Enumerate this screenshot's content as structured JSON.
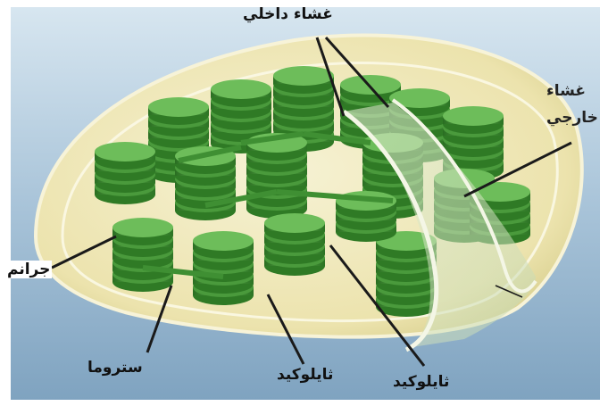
{
  "labels": {
    "inner_membrane": "غشاء داخلي",
    "outer_membrane_line1": "غشاء",
    "outer_membrane_line2": "خارجي",
    "granum": "جرانم",
    "stroma": "ستروما",
    "thylakoid_center": "ثايلوكيد",
    "thylakoid_right": "ثايلوكيد"
  },
  "colors": {
    "background_top": "#c9dcea",
    "background_bottom": "#7fa6c4",
    "envelope": "#f1ebc0",
    "stack_dark": "#2f7a25",
    "stack_light": "#6dbd5a",
    "leader_line": "#1a1a1a"
  }
}
